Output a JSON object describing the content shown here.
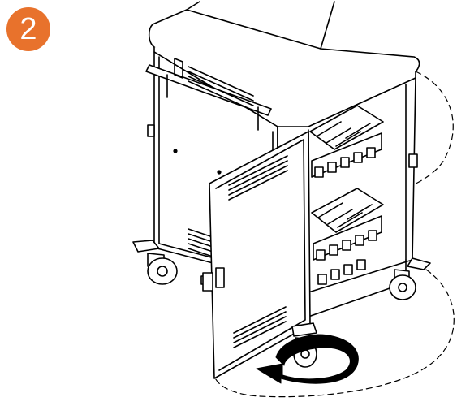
{
  "step": {
    "number": "2"
  },
  "colors": {
    "badge": "#e8722c",
    "line": "#000000",
    "panel": "#ffffff"
  },
  "figure": {
    "subject": "charging-cart-door-swing",
    "arrow": "rotate-arrow"
  }
}
